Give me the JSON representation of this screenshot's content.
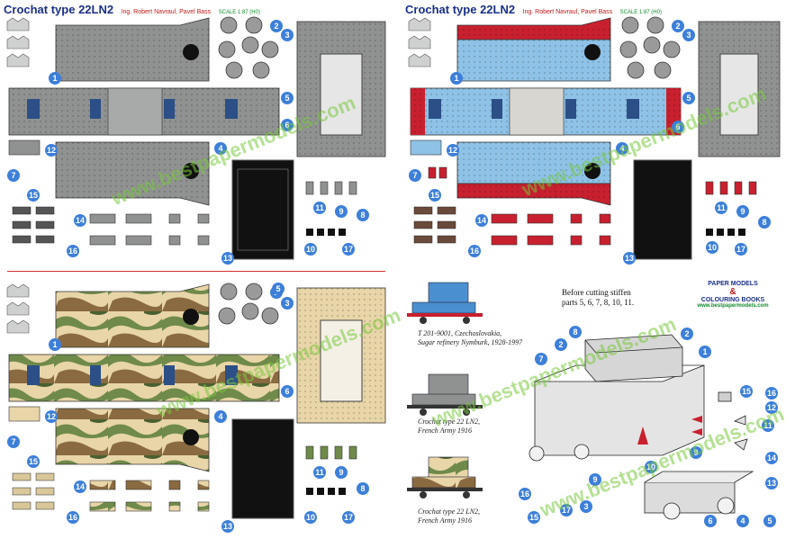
{
  "sheet_titles": [
    "Crochat type 22LN2",
    "Crochat type 22LN2"
  ],
  "author": "Ing. Robert Navraul, Pavel Bass",
  "scale": "SCALE 1:87 (H0)",
  "watermark": "www.bestpapermodels.com",
  "colors": {
    "grey": "#8f9290",
    "blue": "#8ec2e6",
    "red": "#c8202e",
    "sand": "#e8d5a8",
    "camo_green": "#6f8a4a",
    "camo_brown": "#8a6a40",
    "number_circle": "#3d7fd9",
    "title": "#1a2f8a",
    "author": "#c01818",
    "scale": "#118a2a"
  },
  "part_numbers": {
    "grey_sheet": [
      "1",
      "2",
      "3",
      "4",
      "5",
      "6",
      "7",
      "8",
      "9",
      "10",
      "11",
      "12",
      "13",
      "14",
      "15",
      "16",
      "17"
    ],
    "blue_sheet": [
      "1",
      "2",
      "3",
      "4",
      "5",
      "6",
      "7",
      "8",
      "9",
      "10",
      "11",
      "12",
      "13",
      "14",
      "15",
      "16",
      "17"
    ],
    "camo_sheet": [
      "1",
      "2",
      "3",
      "4",
      "5",
      "6",
      "7",
      "8",
      "9",
      "10",
      "11",
      "12",
      "13",
      "14",
      "15",
      "16",
      "17"
    ]
  },
  "instructions": {
    "note_lines": [
      "Before cutting stiffen",
      "parts 5, 6, 7, 8, 10, 11."
    ],
    "captions": [
      {
        "line1": "T 201-9001, Czechoslovakia,",
        "line2": "Sugar refinery Nymburk, 1928-1997"
      },
      {
        "line1": "Crochat type 22 LN2,",
        "line2": "French Army 1916"
      },
      {
        "line1": "Crochat type 22 LN2,",
        "line2": "French Army 1916"
      }
    ],
    "logo_lines": [
      "PAPER MODELS",
      "&",
      "COLOURING BOOKS",
      "www.bestpapermodels.com"
    ],
    "callouts": [
      "1",
      "2",
      "2",
      "7",
      "8",
      "15",
      "16",
      "12",
      "11",
      "14",
      "9",
      "13",
      "10",
      "6",
      "4",
      "5",
      "3",
      "17",
      "9",
      "15",
      "16"
    ]
  }
}
